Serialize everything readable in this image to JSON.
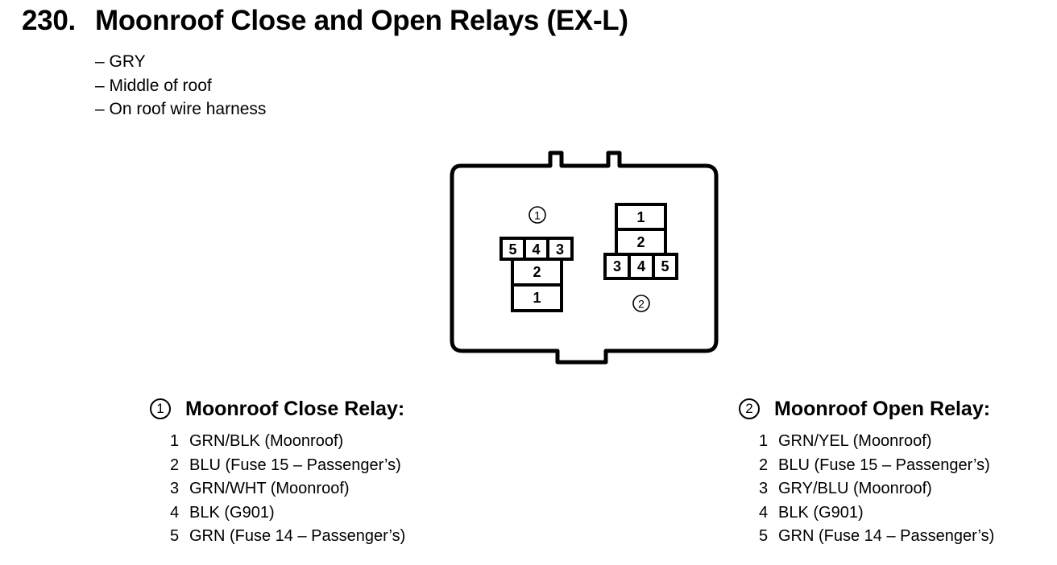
{
  "title": {
    "number": "230.",
    "text": "Moonroof Close and Open Relays (EX-L)"
  },
  "notes": [
    "– GRY",
    "– Middle of roof",
    "– On roof wire harness"
  ],
  "diagram": {
    "relay1": {
      "marker": "1",
      "pins_top": [
        "5",
        "4",
        "3"
      ],
      "pins_mid": "2",
      "pins_bottom": "1"
    },
    "relay2": {
      "marker": "2",
      "pins_top": "1",
      "pins_mid": "2",
      "pins_bottom": [
        "3",
        "4",
        "5"
      ]
    }
  },
  "relays": [
    {
      "marker": "1",
      "name": "Moonroof Close Relay:",
      "pins": [
        {
          "num": "1",
          "desc": "GRN/BLK (Moonroof)"
        },
        {
          "num": "2",
          "desc": "BLU (Fuse 15 – Passenger’s)"
        },
        {
          "num": "3",
          "desc": "GRN/WHT (Moonroof)"
        },
        {
          "num": "4",
          "desc": "BLK (G901)"
        },
        {
          "num": "5",
          "desc": "GRN (Fuse 14 – Passenger’s)"
        }
      ]
    },
    {
      "marker": "2",
      "name": "Moonroof Open Relay:",
      "pins": [
        {
          "num": "1",
          "desc": "GRN/YEL (Moonroof)"
        },
        {
          "num": "2",
          "desc": "BLU (Fuse 15 – Passenger’s)"
        },
        {
          "num": "3",
          "desc": "GRY/BLU (Moonroof)"
        },
        {
          "num": "4",
          "desc": "BLK (G901)"
        },
        {
          "num": "5",
          "desc": "GRN (Fuse 14 – Passenger’s)"
        }
      ]
    }
  ]
}
